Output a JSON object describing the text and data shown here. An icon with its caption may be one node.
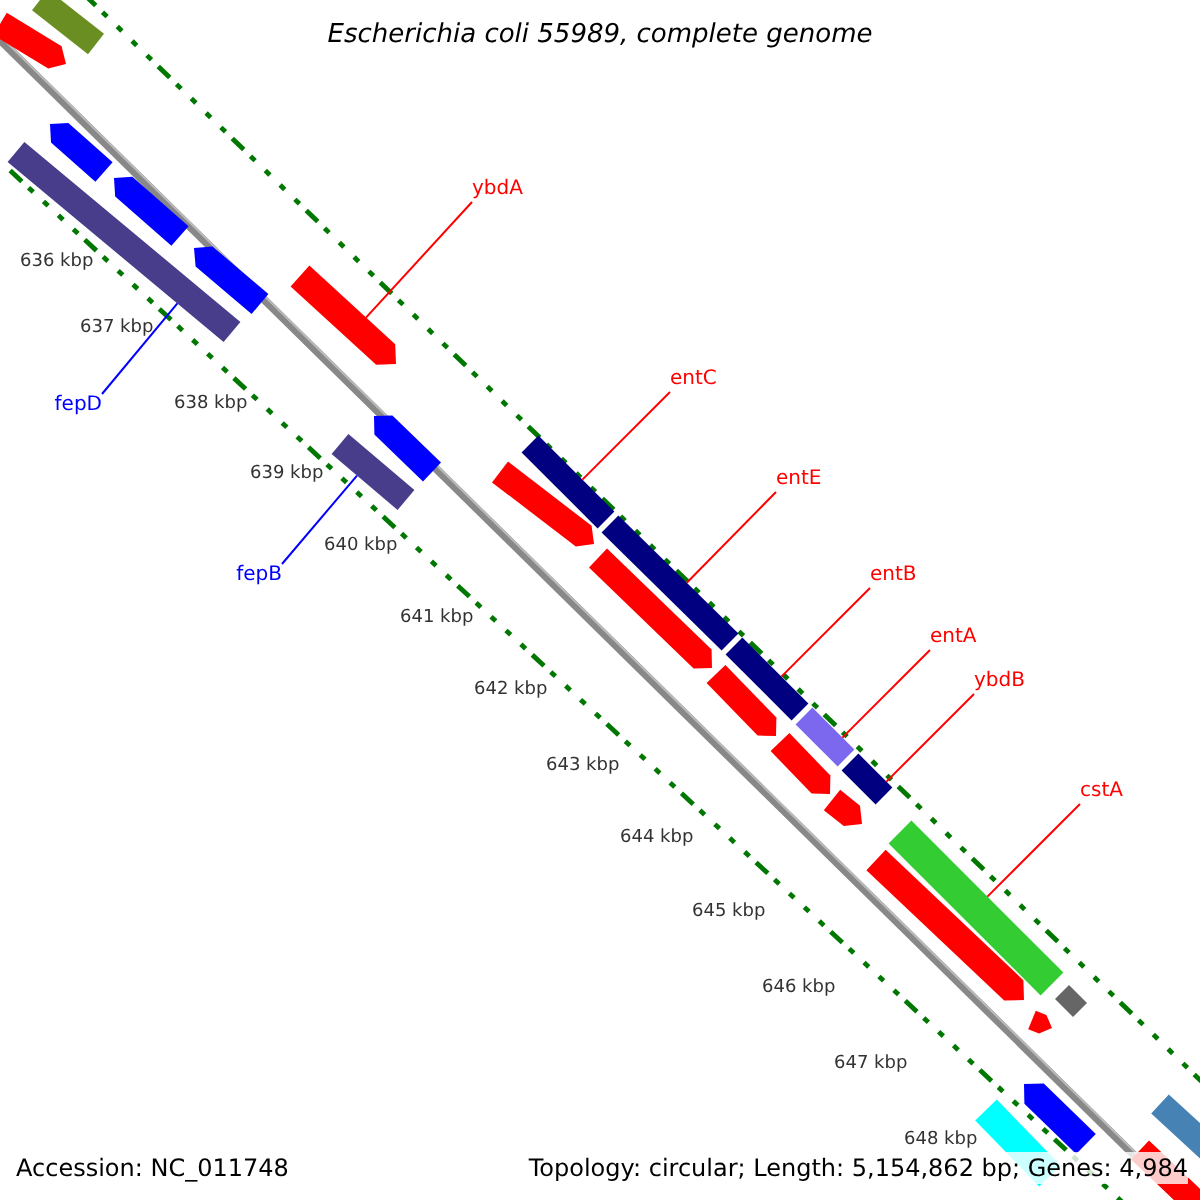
{
  "diagram": {
    "title": "Escherichia coli 55989, complete genome",
    "nodes": [
      {
        "text": [
          "ybdA"
        ]
      },
      {
        "text": [],
        "shape": "arrow"
      },
      {
        "text": [
          "fepD"
        ]
      },
      {
        "text": [],
        "shape": "bar"
      },
      {
        "text": [
          "fepB"
        ]
      },
      {
        "text": [],
        "shape": "bar"
      },
      {
        "text": [
          "entC"
        ]
      },
      {
        "text": [],
        "shape": "bar"
      },
      {
        "text": [
          "entE"
        ]
      },
      {
        "text": [],
        "shape": "bar"
      },
      {
        "text": [
          "entB"
        ]
      },
      {
        "text": [],
        "shape": "bar"
      },
      {
        "text": [
          "entA"
        ]
      },
      {
        "text": [],
        "shape": "bar"
      },
      {
        "text": [
          "ybdB"
        ]
      },
      {
        "text": [],
        "shape": "bar"
      },
      {
        "text": [
          "cstA"
        ]
      },
      {
        "text": [],
        "shape": "bar"
      },
      {
        "text": [],
        "shape": "bar"
      },
      {
        "text": [],
        "shape": "arrow"
      },
      {
        "text": [],
        "shape": "arrow"
      },
      {
        "text": [],
        "shape": "arrow"
      },
      {
        "text": [],
        "shape": "arrow"
      },
      {
        "text": [],
        "shape": "arrow"
      },
      {
        "text": [],
        "shape": "arrow"
      },
      {
        "text": [],
        "shape": "arrow"
      },
      {
        "text": [],
        "shape": "arrow"
      },
      {
        "text": [],
        "shape": "arrow"
      },
      {
        "text": [],
        "shape": "arrow"
      },
      {
        "text": [],
        "shape": "arrow"
      },
      {
        "text": [],
        "shape": "bar"
      },
      {
        "text": [],
        "shape": "arrow"
      },
      {
        "text": [],
        "shape": "bar"
      },
      {
        "text": [],
        "shape": "arrow"
      },
      {
        "text": [],
        "shape": "arrow"
      },
      {
        "text": [],
        "shape": "bar"
      }
    ],
    "edges": [
      {
        "from": 0,
        "to": 1,
        "arrow": "none"
      },
      {
        "from": 2,
        "to": 3,
        "arrow": "none",
        "color": "#0000ff"
      },
      {
        "from": 4,
        "to": 5,
        "arrow": "none",
        "color": "#0000ff"
      },
      {
        "from": 6,
        "to": 7,
        "arrow": "none"
      },
      {
        "from": 8,
        "to": 9,
        "arrow": "none"
      },
      {
        "from": 10,
        "to": 11,
        "arrow": "none"
      },
      {
        "from": 12,
        "to": 13,
        "arrow": "none"
      },
      {
        "from": 14,
        "to": 15,
        "arrow": "none"
      },
      {
        "from": 16,
        "to": 17,
        "arrow": "none"
      }
    ],
    "labels": [
      "636 kbp",
      "637 kbp",
      "638 kbp",
      "639 kbp",
      "640 kbp",
      "641 kbp",
      "642 kbp",
      "643 kbp",
      "644 kbp",
      "645 kbp",
      "646 kbp",
      "647 kbp",
      "648 kbp",
      "Accession: NC_011748",
      "Topology: circular; Length: 5,154,862 bp; Genes: 4,984"
    ]
  }
}
